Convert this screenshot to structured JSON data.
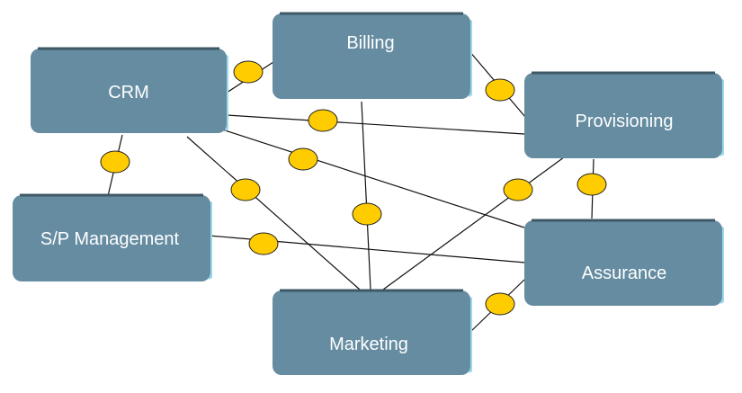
{
  "nodes": [
    {
      "id": "crm",
      "label": "CRM"
    },
    {
      "id": "billing",
      "label": "Billing"
    },
    {
      "id": "provisioning",
      "label": "Provisioning"
    },
    {
      "id": "sp_management",
      "label": "S/P Management"
    },
    {
      "id": "assurance",
      "label": "Assurance"
    },
    {
      "id": "marketing",
      "label": "Marketing"
    }
  ],
  "edges": [
    {
      "from": "crm",
      "to": "billing"
    },
    {
      "from": "crm",
      "to": "provisioning"
    },
    {
      "from": "crm",
      "to": "sp_management"
    },
    {
      "from": "crm",
      "to": "assurance"
    },
    {
      "from": "crm",
      "to": "marketing"
    },
    {
      "from": "billing",
      "to": "provisioning"
    },
    {
      "from": "billing",
      "to": "marketing"
    },
    {
      "from": "provisioning",
      "to": "assurance"
    },
    {
      "from": "provisioning",
      "to": "marketing"
    },
    {
      "from": "sp_management",
      "to": "assurance"
    },
    {
      "from": "assurance",
      "to": "marketing"
    }
  ],
  "colors": {
    "node_fill": "#658ca1",
    "node_top_edge": "#3f5866",
    "node_side_edge": "#9ad8ea",
    "connector_fill": "#ffcc00",
    "connector_stroke": "#222222",
    "edge_line": "#111111",
    "label_text": "#ffffff"
  }
}
